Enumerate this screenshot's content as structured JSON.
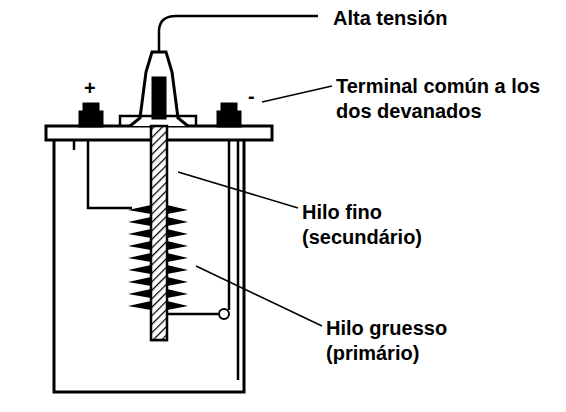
{
  "diagram": {
    "labels": [
      "Alta tensión",
      "+",
      "-",
      "Terminal común a los dos devanados",
      "Hilo fino (secundário)",
      "Hilo gruesso (primário)"
    ]
  }
}
